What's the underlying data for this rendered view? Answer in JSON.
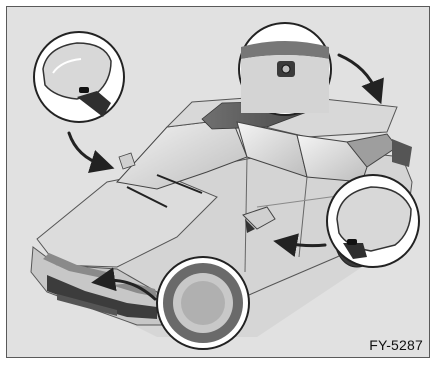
{
  "figure": {
    "code": "FY-5287",
    "callouts": [
      "left-mirror-camera",
      "rear-camera",
      "right-mirror-camera",
      "front-camera"
    ]
  },
  "colors": {
    "frame_border": "#5a5a5a",
    "panel_bg": "#e1e1e1",
    "car_body": "#d2d2d2",
    "car_dark": "#6b6b6b",
    "callout_fill": "#ffffff",
    "arrow": "#222222"
  }
}
